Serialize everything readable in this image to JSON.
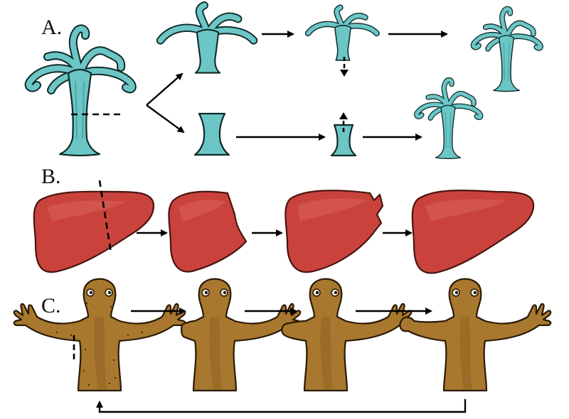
{
  "panels": [
    {
      "id": "A",
      "label": "A."
    },
    {
      "id": "B",
      "label": "B."
    },
    {
      "id": "C",
      "label": "C."
    }
  ],
  "colors": {
    "hydra": "#6cc6c6",
    "liver": "#c9433c",
    "newt": "#a8782e",
    "arrow": "#000000"
  }
}
